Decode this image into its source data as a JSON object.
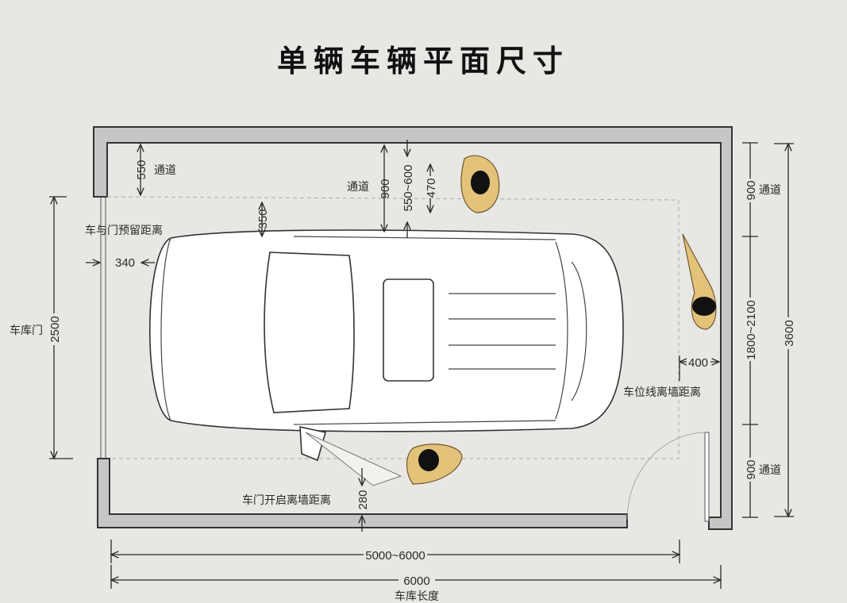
{
  "title": "单辆车辆平面尺寸",
  "labels": {
    "passage": "通道",
    "car_to_door": "车与门预留距离",
    "garage_door": "车库门",
    "line_to_wall": "车位线离墙距离",
    "door_open_to_wall": "车门开启离墙距离",
    "garage_length": "车库长度"
  },
  "dimensions": {
    "top_left_passage": "550",
    "top_passage": "900",
    "side_clearance": "550~600",
    "person_width": "470",
    "car_to_dash": "350",
    "front_clearance": "340",
    "door_width": "2500",
    "right_top_passage": "900",
    "parking_width": "1800~2100",
    "total_width": "3600",
    "line_to_wall": "400",
    "right_bottom_passage": "900",
    "door_open": "280",
    "parking_length": "5000~6000",
    "total_length": "6000"
  },
  "colors": {
    "background": "#e8e7e3",
    "wall": "#c6c6c6",
    "person": "#e3c27a"
  }
}
